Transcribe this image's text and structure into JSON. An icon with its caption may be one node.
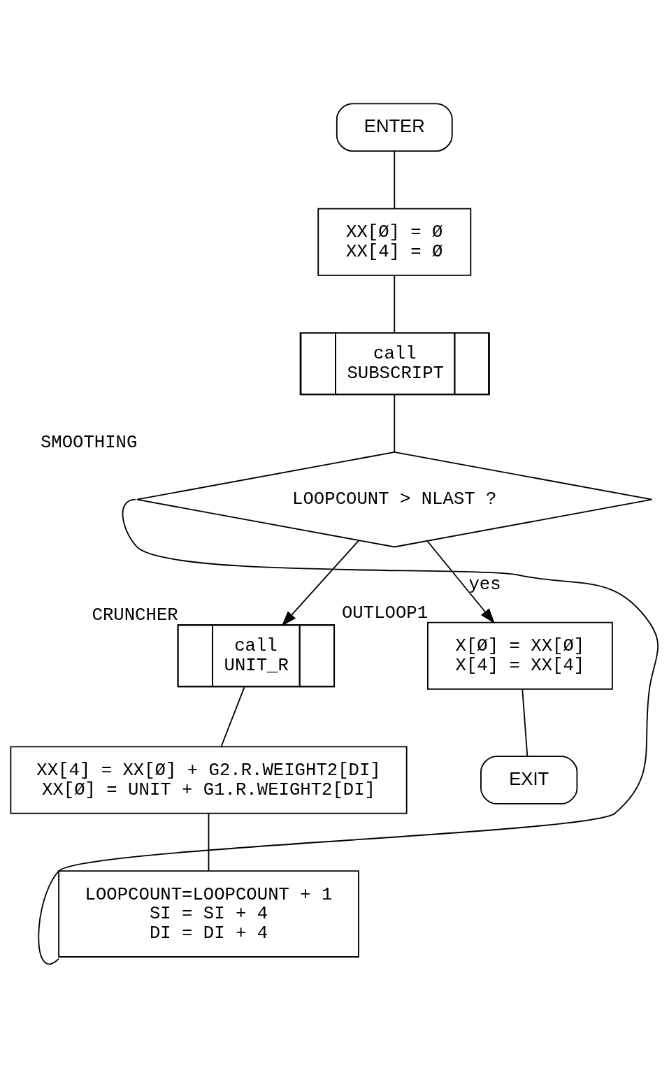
{
  "diagram": {
    "nodes": [
      {
        "text": [
          "ENTER"
        ]
      },
      {
        "text": [
          "XX[Ø] = Ø",
          "XX[4] = Ø"
        ]
      },
      {
        "text": [
          "call",
          "SUBSCRIPT"
        ]
      },
      {
        "text": [
          "LOOPCOUNT > NLAST ?"
        ],
        "beside": [
          "SMOOTHING"
        ]
      },
      {
        "text": [
          "call",
          "UNIT_R"
        ],
        "beside": [
          "CRUNCHER"
        ]
      },
      {
        "text": [
          "XX[4] = XX[Ø] + G2.R.WEIGHT2[DI]",
          "XX[Ø] = UNIT + G1.R.WEIGHT2[DI]"
        ]
      },
      {
        "text": [
          "LOOPCOUNT=LOOPCOUNT + 1",
          "SI = SI + 4",
          "DI = DI + 4"
        ]
      },
      {
        "text": [
          "X[Ø] = XX[Ø]",
          "X[4] = XX[4]"
        ],
        "beside": [
          "OUTLOOP1"
        ]
      },
      {
        "text": [
          "EXIT"
        ]
      }
    ],
    "edges": [
      {
        "from": 0,
        "to": 1,
        "arrow": "none"
      },
      {
        "from": 1,
        "to": 2,
        "arrow": "none"
      },
      {
        "from": 2,
        "to": 3,
        "arrow": "none"
      },
      {
        "from": 3,
        "to": 7,
        "arrow": "to",
        "label": "yes"
      },
      {
        "from": 3,
        "to": 4,
        "arrow": "to"
      },
      {
        "from": 4,
        "to": 5,
        "arrow": "none"
      },
      {
        "from": 5,
        "to": 6,
        "arrow": "none"
      },
      {
        "from": 6,
        "to": 3,
        "arrow": "none"
      },
      {
        "from": 7,
        "to": 8,
        "arrow": "none"
      }
    ]
  }
}
